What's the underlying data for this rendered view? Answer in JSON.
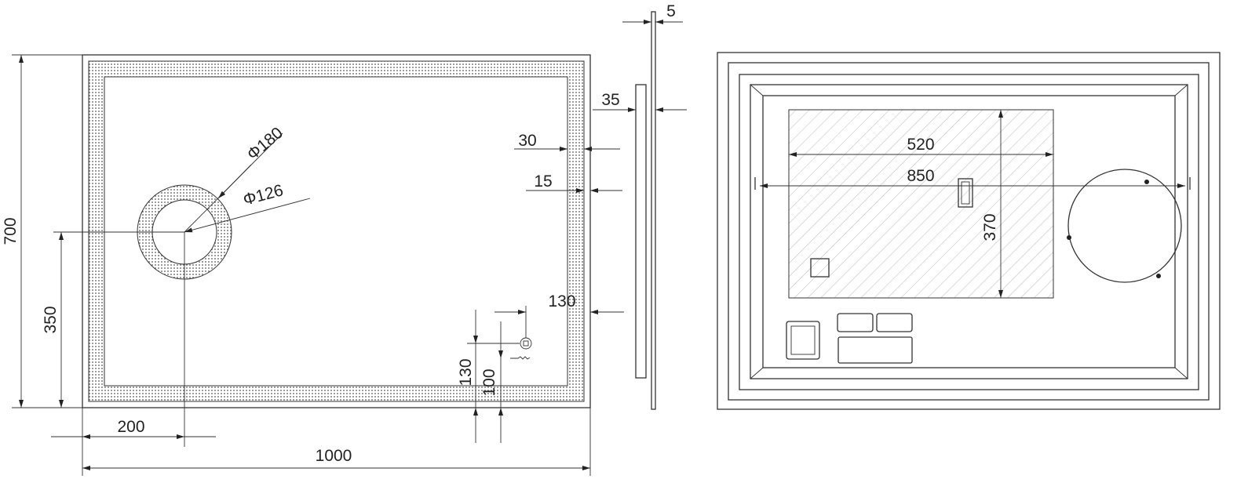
{
  "front_view": {
    "height_label": "700",
    "half_height_label": "350",
    "offset_label": "200",
    "width_label": "1000",
    "outer_diameter_label": "Φ180",
    "inner_diameter_label": "Φ126",
    "frame_label": "30",
    "inset_label": "15",
    "sensor_x_label": "130",
    "sensor_y_label": "130",
    "switch_y_label": "100"
  },
  "side_view": {
    "depth_label": "35",
    "glass_label": "5"
  },
  "rear_view": {
    "pad_width_label": "520",
    "hook_span_label": "850",
    "pad_height_label": "370"
  }
}
